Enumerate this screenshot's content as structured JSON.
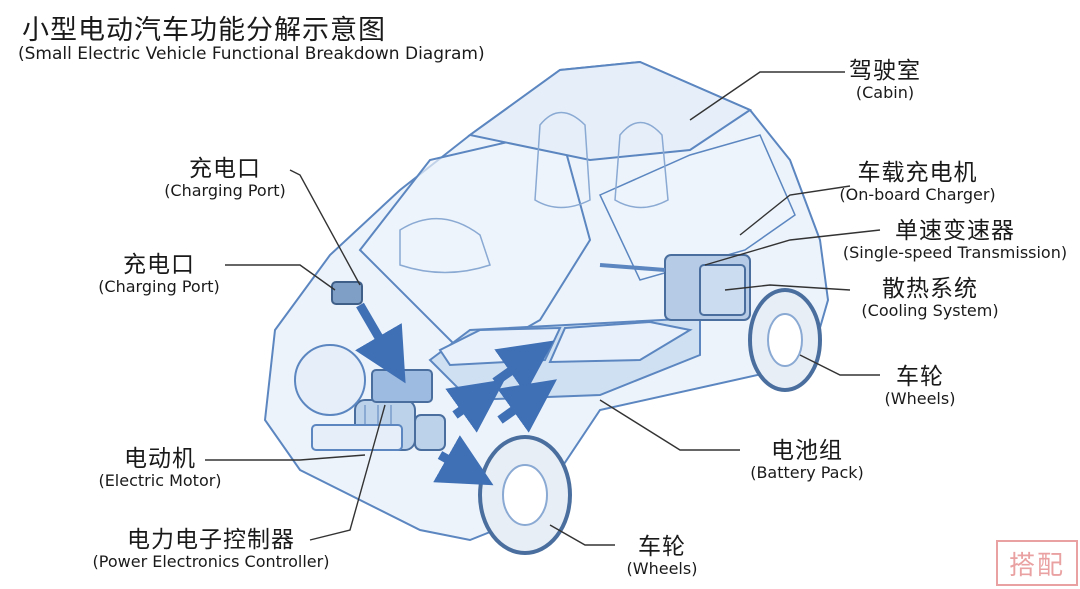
{
  "title": {
    "zh": "小型电动汽车功能分解示意图",
    "en": "(Small Electric Vehicle Functional Breakdown Diagram)"
  },
  "labels": {
    "cabin": {
      "zh": "驾驶室",
      "en": "(Cabin)"
    },
    "charging_port_top": {
      "zh": "充电口",
      "en": "(Charging Port)"
    },
    "charging_port": {
      "zh": "充电口",
      "en": "(Charging Port)"
    },
    "onboard_charger": {
      "zh": "车载充电机",
      "en": "(On-board Charger)"
    },
    "transmission": {
      "zh": "单速变速器",
      "en": "(Single-speed Transmission)"
    },
    "cooling": {
      "zh": "散热系统",
      "en": "(Cooling System)"
    },
    "wheels_right": {
      "zh": "车轮",
      "en": "(Wheels)"
    },
    "battery": {
      "zh": "电池组",
      "en": "(Battery Pack)"
    },
    "motor": {
      "zh": "电动机",
      "en": "(Electric Motor)"
    },
    "controller": {
      "zh": "电力电子控制器",
      "en": "(Power Electronics Controller)"
    },
    "wheels_bottom": {
      "zh": "车轮",
      "en": "(Wheels)"
    }
  },
  "watermark": "搭配",
  "colors": {
    "car_line": "#5b86c0",
    "car_fill": "#dce9f7",
    "battery_fill": "#cfe0f2",
    "arrow": "#3f6fb5",
    "leader": "#333333"
  }
}
